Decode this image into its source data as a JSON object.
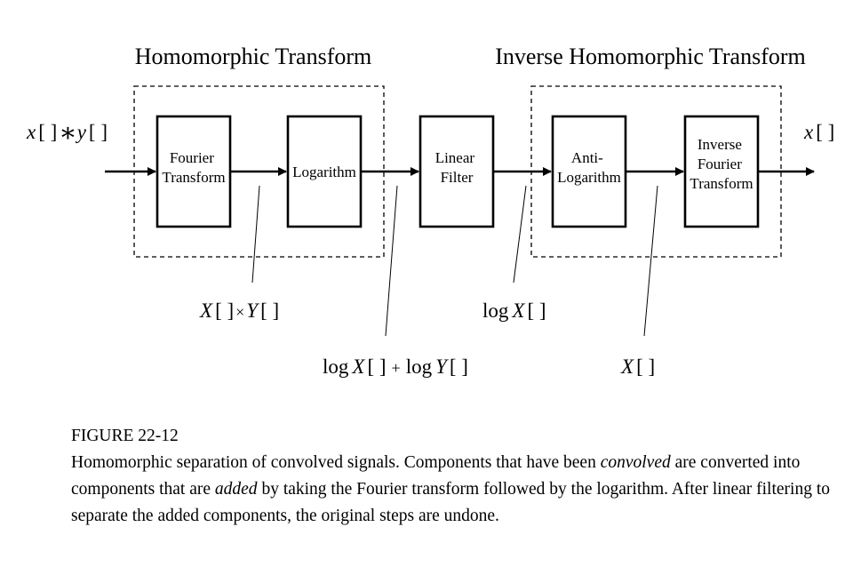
{
  "groups": {
    "homomorphic": "Homomorphic Transform",
    "inverse": "Inverse Homomorphic Transform"
  },
  "blocks": {
    "fourier": [
      "Fourier",
      "Transform"
    ],
    "logarithm": [
      "Logarithm"
    ],
    "linear_filter": [
      "Linear",
      "Filter"
    ],
    "anti_log": [
      "Anti-",
      "Logarithm"
    ],
    "inverse_fourier": [
      "Inverse",
      "Fourier",
      "Transform"
    ]
  },
  "signals": {
    "input": {
      "x": "x",
      "brk": "[ ]",
      "op": "∗",
      "y": "y",
      "brk2": "[ ]"
    },
    "output": {
      "x": "x",
      "brk": "[ ]"
    },
    "product": {
      "X": "X",
      "brk": "[ ]",
      "op": "×",
      "Y": "Y",
      "brk2": "[ ]"
    },
    "log_sum": {
      "log1": "log",
      "X": "X",
      "brk": "[ ]",
      "plus": "+",
      "log2": "log",
      "Y": "Y",
      "brk2": "[ ]"
    },
    "log_x": {
      "log": "log",
      "X": "X",
      "brk": "[ ]"
    },
    "x_cap": {
      "X": "X",
      "brk": "[ ]"
    }
  },
  "caption": {
    "figure_label": "FIGURE 22-12",
    "part1": "Homomorphic separation of convolved signals.  Components that have been ",
    "emph1": "convolved",
    "part2": " are converted into components that are ",
    "emph2": "added",
    "part3": " by taking the Fourier transform followed by the logarithm.  After linear filtering to separate the added components, the original steps are undone."
  }
}
